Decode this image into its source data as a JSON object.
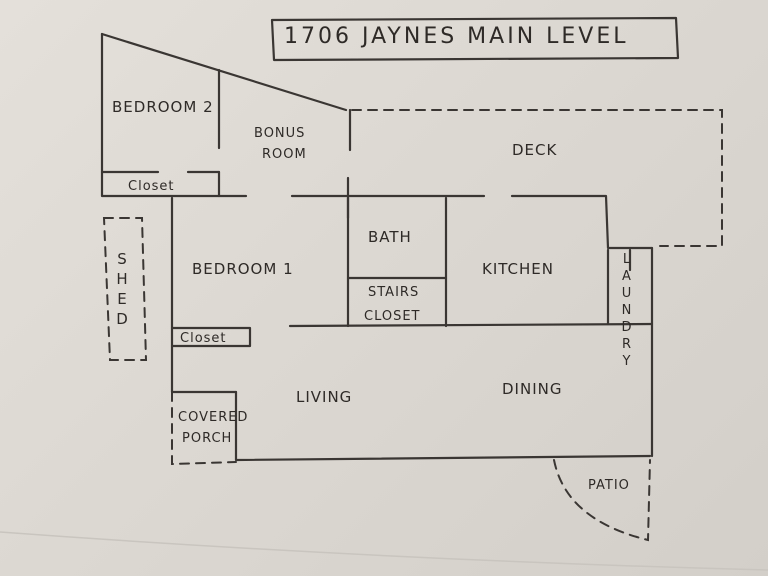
{
  "title": "1706 JAYNES MAIN LEVEL",
  "rooms": {
    "bedroom2": "BEDROOM 2",
    "closet_bed2": "Closet",
    "bonus_line1": "BONUS",
    "bonus_line2": "ROOM",
    "deck": "DECK",
    "bath": "BATH",
    "kitchen": "KITCHEN",
    "laundry": "LAUNDRY",
    "bedroom1": "BEDROOM 1",
    "shed": "SHED",
    "stairs": "STAIRS",
    "stairs_closet": "CLOSET",
    "closet_bed1": "Closet",
    "living": "LIVING",
    "dining": "DINING",
    "porch_line1": "COVERED",
    "porch_line2": "PORCH",
    "patio": "PATIO"
  }
}
